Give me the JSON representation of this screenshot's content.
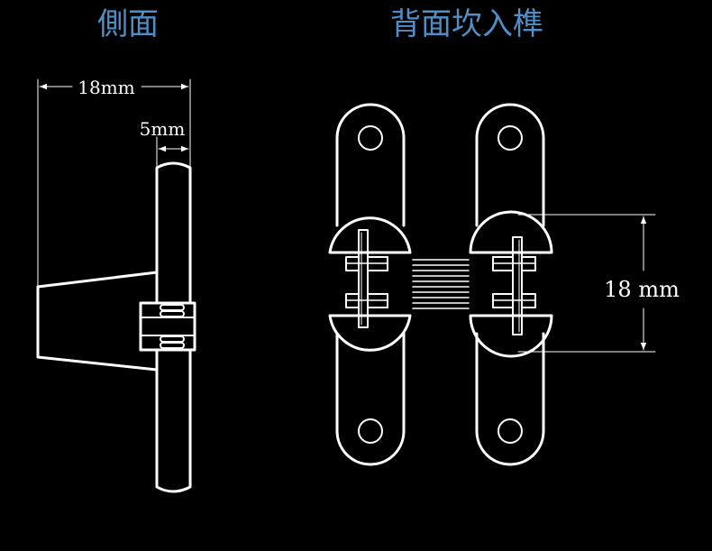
{
  "titles": {
    "side": "側面",
    "back": "背面坎入榫"
  },
  "dimensions": {
    "side_width": "18mm",
    "side_thickness": "5mm",
    "back_height": "18 mm"
  },
  "colors": {
    "background": "#000000",
    "line": "#ffffff",
    "title": "#4f8fc7"
  }
}
